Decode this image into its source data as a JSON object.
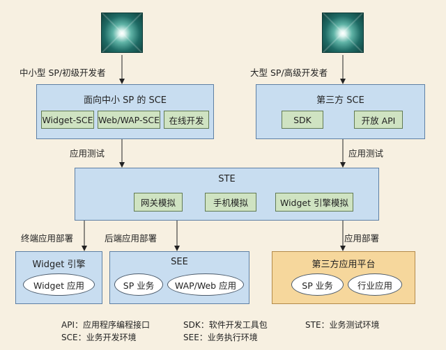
{
  "nodes": {
    "sme_sp": "中小型 SP/初级开发者",
    "large_sp": "大型 SP/高级开发者"
  },
  "sce_sme": {
    "title": "面向中小 SP 的 SCE",
    "items": [
      "Widget-SCE",
      "Web/WAP-SCE",
      "在线开发"
    ]
  },
  "sce_third": {
    "title": "第三方 SCE",
    "items": [
      "SDK",
      "开放 API"
    ]
  },
  "edges": {
    "test_left": "应用测试",
    "test_right": "应用测试",
    "deploy_terminal": "终端应用部署",
    "deploy_backend": "后端应用部署",
    "deploy_right": "应用部署"
  },
  "ste": {
    "title": "STE",
    "items": [
      "网关模拟",
      "手机模拟",
      "Widget 引擎模拟"
    ]
  },
  "widget_engine": {
    "title": "Widget 引擎",
    "items": [
      "Widget 应用"
    ]
  },
  "see": {
    "title": "SEE",
    "items": [
      "SP 业务",
      "WAP/Web 应用"
    ]
  },
  "third_platform": {
    "title": "第三方应用平台",
    "items": [
      "SP 业务",
      "行业应用"
    ]
  },
  "legend": {
    "api": "API：应用程序编程接口",
    "sce": "SCE：业务开发环境",
    "sdk": "SDK：软件开发工具包",
    "see": "SEE：业务执行环境",
    "ste": "STE：业务测试环境"
  },
  "colors": {
    "blue_box": "#c8ddf0",
    "green_box": "#cfe3c2",
    "orange_box": "#f6d79c",
    "background": "#f7f0e1"
  }
}
